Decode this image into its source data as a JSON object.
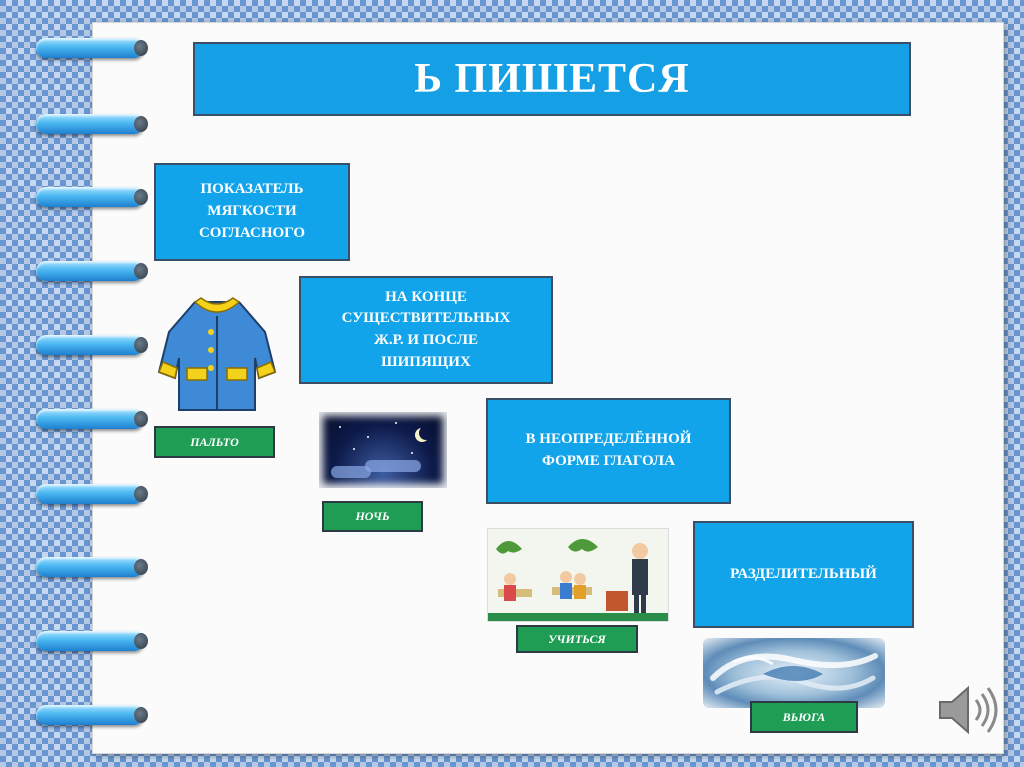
{
  "title": "Ь ПИШЕТСЯ",
  "rules": [
    {
      "text": "ПОКАЗАТЕЛЬ\nМЯГКОСТИ\nСОГЛАСНОГО",
      "example": "ПАЛЬТО",
      "picture": "coat-icon"
    },
    {
      "text": "НА КОНЦЕ\nСУЩЕСТВИТЕЛЬНЫХ\nЖ.Р. И ПОСЛЕ\nШИПЯЩИХ",
      "example": "НОЧЬ",
      "picture": "night-sky-image"
    },
    {
      "text": "В НЕОПРЕДЕЛЁННОЙ\nФОРМЕ ГЛАГОЛА",
      "example": "УЧИТЬСЯ",
      "picture": "classroom-image"
    },
    {
      "text": "РАЗДЕЛИТЕЛЬНЫЙ",
      "example": "ВЬЮГА",
      "picture": "blizzard-image"
    }
  ],
  "colors": {
    "rule_box": "#12a4ea",
    "title_box": "#15a0e6",
    "example_box": "#1f9d55",
    "ring": "#4bb8f2"
  },
  "icons": {
    "speaker": "speaker-icon",
    "rings": "notebook-ring-icon"
  }
}
